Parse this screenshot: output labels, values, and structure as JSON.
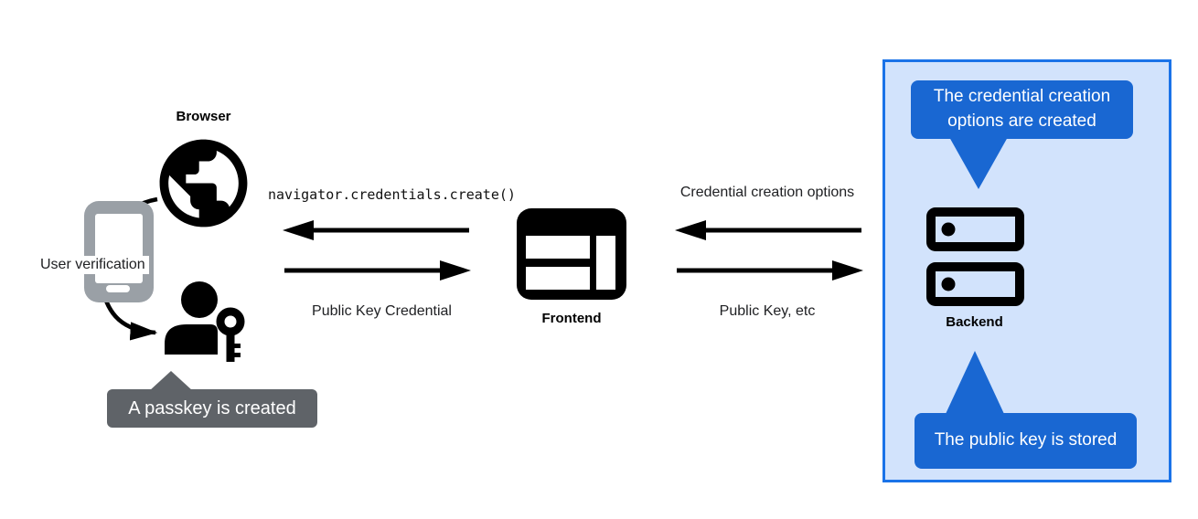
{
  "colors": {
    "bubble-blue": "#1967d2",
    "panel-border": "#1a73e8",
    "panel-bg": "#d2e3fc",
    "gray-dark": "#5f6368",
    "phone-gray": "#9aa0a6",
    "ink": "#000000"
  },
  "left": {
    "browser_label": "Browser",
    "user_verification_label": "User verification",
    "passkey_tooltip": "A passkey is created"
  },
  "center": {
    "create_call_label": "navigator.credentials.create()",
    "public_key_credential_label": "Public Key Credential",
    "frontend_label": "Frontend"
  },
  "right": {
    "credential_creation_options_label": "Credential creation options",
    "public_key_etc_label": "Public Key, etc",
    "backend_label": "Backend",
    "options_created_bubble": "The credential creation options are created",
    "public_key_stored_bubble": "The public key is stored"
  },
  "icons": {
    "globe": "browser-globe-icon",
    "phone": "phone-icon",
    "person_key": "person-with-key-icon",
    "frontend": "browser-window-icon",
    "server": "server-stack-icon"
  }
}
